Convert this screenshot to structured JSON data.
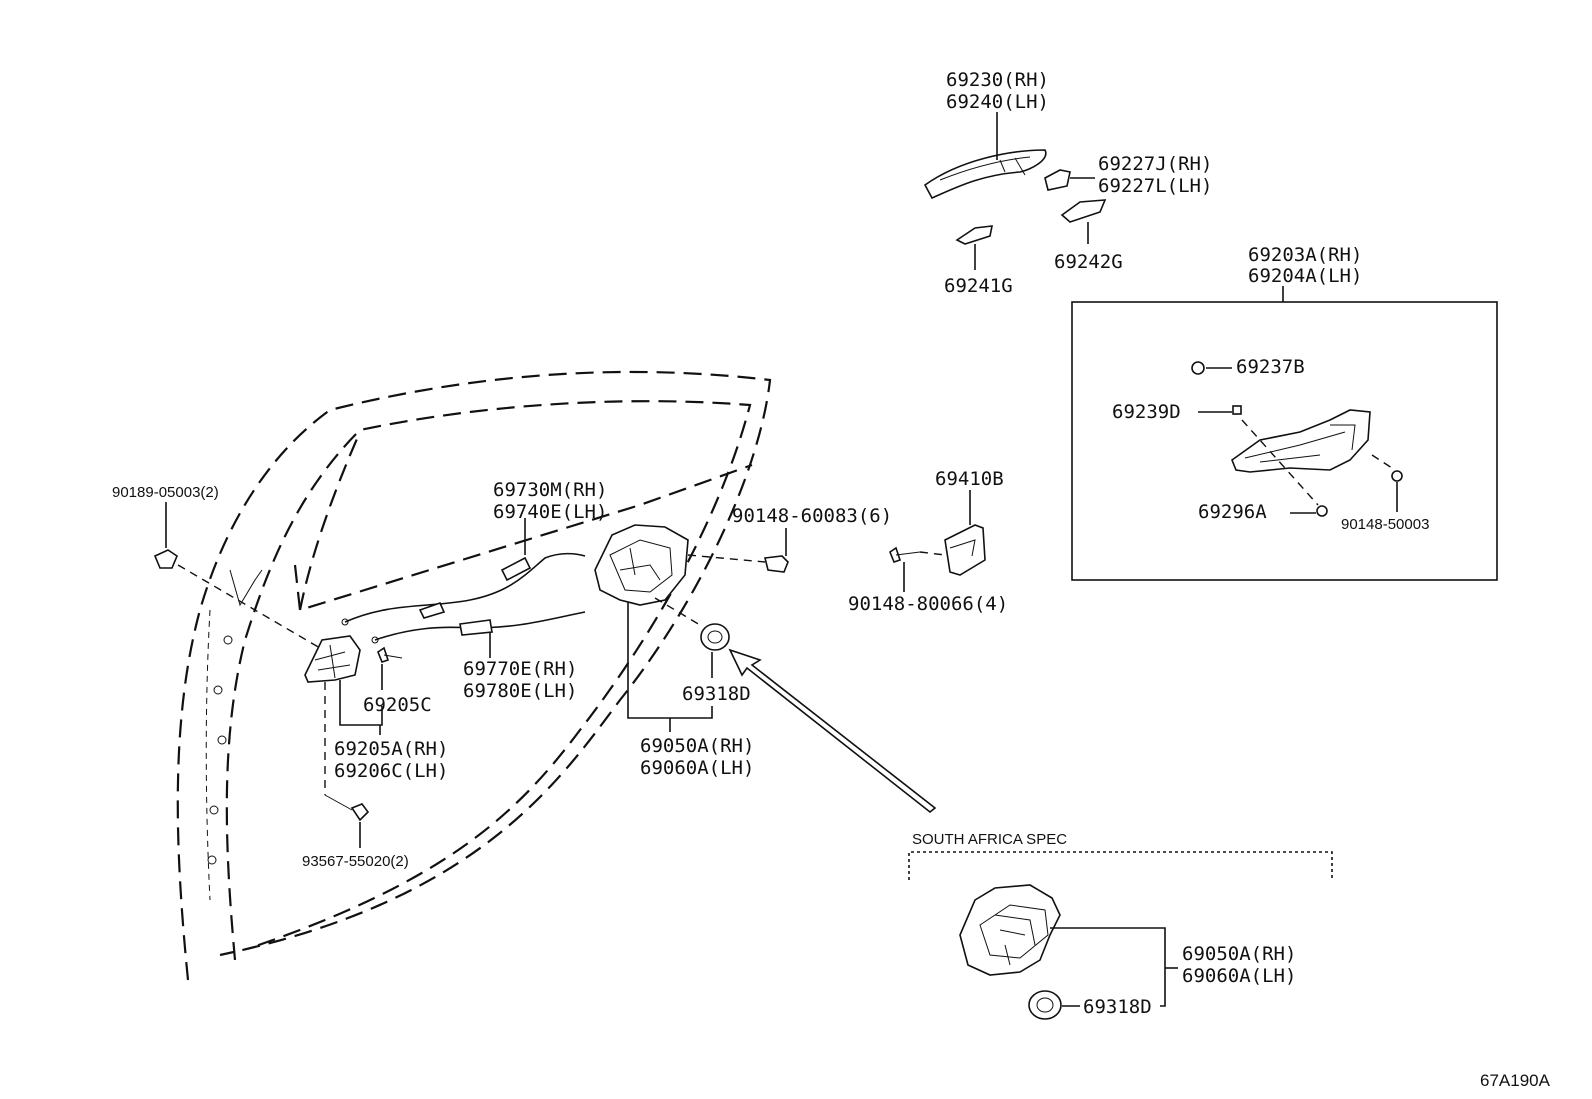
{
  "labels": {
    "p69230": "69230(RH)",
    "p69240": "69240(LH)",
    "p69227j": "69227J(RH)",
    "p69227l": "69227L(LH)",
    "p69241g": "69241G",
    "p69242g": "69242G",
    "p69203a": "69203A(RH)",
    "p69204a": "69204A(LH)",
    "p69237b": "69237B",
    "p69239d": "69239D",
    "p69296a": "69296A",
    "p90148_50003": "90148-50003",
    "p69410b": "69410B",
    "p90148_80066": "90148-80066(4)",
    "p90148_60083": "90148-60083(6)",
    "p69730m": "69730M(RH)",
    "p69740e": "69740E(LH)",
    "p90189": "90189-05003(2)",
    "p69770e": "69770E(RH)",
    "p69780e": "69780E(LH)",
    "p69205c": "69205C",
    "p69205a": "69205A(RH)",
    "p69206c": "69206C(LH)",
    "p93567": "93567-55020(2)",
    "p69318d_main": "69318D",
    "p69050a_main": "69050A(RH)",
    "p69060a_main": "69060A(LH)",
    "south_africa": "SOUTH AFRICA SPEC",
    "p69050a_sa": "69050A(RH)",
    "p69060a_sa": "69060A(LH)",
    "p69318d_sa": "69318D",
    "figure_ref": "67A190A"
  }
}
